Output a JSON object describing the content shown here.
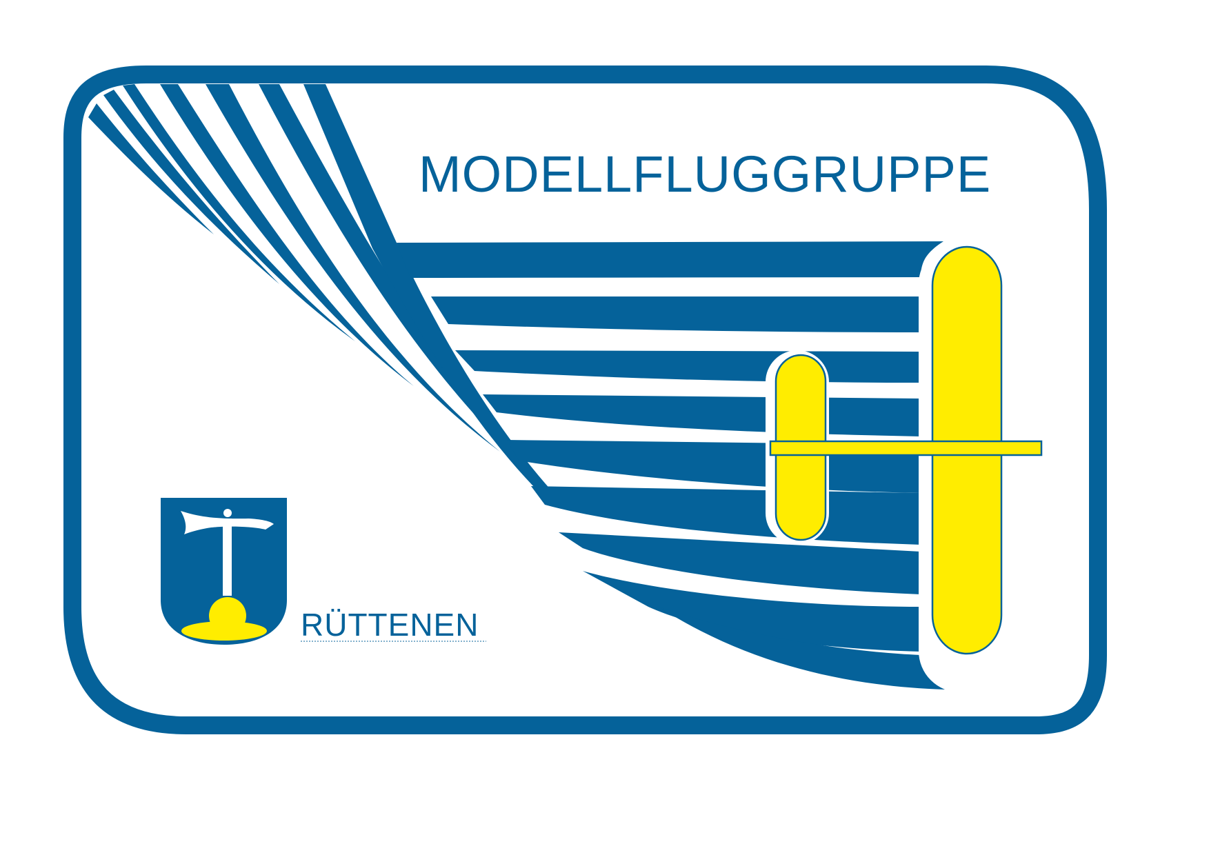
{
  "logo": {
    "title": "MODELLFLUGGRUPPE",
    "town": "RÜTTENEN"
  },
  "colors": {
    "blue": "#05629a",
    "yellow": "#ffed00",
    "white": "#ffffff"
  },
  "icons": {
    "coat_of_arms": "coat-of-arms-shield-icon",
    "glider": "glider-plane-icon",
    "wing_stripes": "wing-stripes-graphic"
  }
}
